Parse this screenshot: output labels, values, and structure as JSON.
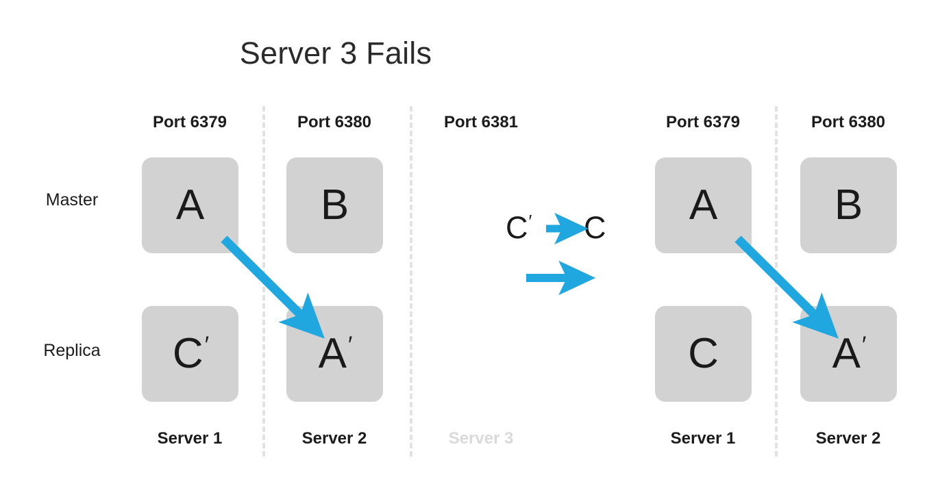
{
  "diagram": {
    "title": "Server 3 Fails",
    "accent_color": "#21a7e0",
    "box_color": "#d2d2d2",
    "divider_color": "#e2e2e2",
    "faded_text_color": "#dadada",
    "text_color": "#1c1c1c",
    "row_labels": {
      "master": "Master",
      "replica": "Replica"
    },
    "panels": [
      {
        "name": "before",
        "columns": [
          {
            "port": "Port 6379",
            "server": "Server 1",
            "failed": false,
            "master": {
              "label": "A",
              "base": "A",
              "prime": false
            },
            "replica": {
              "label": "C′",
              "base": "C",
              "prime": true
            }
          },
          {
            "port": "Port 6380",
            "server": "Server 2",
            "failed": false,
            "master": {
              "label": "B",
              "base": "B",
              "prime": false
            },
            "replica": {
              "label": "A′",
              "base": "A",
              "prime": true
            }
          },
          {
            "port": "Port 6381",
            "server": "Server 3",
            "failed": true,
            "master": null,
            "replica": null
          }
        ]
      },
      {
        "name": "after",
        "columns": [
          {
            "port": "Port 6379",
            "server": "Server 1",
            "failed": false,
            "master": {
              "label": "A",
              "base": "A",
              "prime": false
            },
            "replica": {
              "label": "C",
              "base": "C",
              "prime": false
            }
          },
          {
            "port": "Port 6380",
            "server": "Server 2",
            "failed": false,
            "master": {
              "label": "B",
              "base": "B",
              "prime": false
            },
            "replica": {
              "label": "A′",
              "base": "A",
              "prime": true
            }
          }
        ]
      }
    ],
    "legend": {
      "from_base": "C",
      "from_prime": "′",
      "to_base": "C",
      "arrow": "right-arrow",
      "transition_arrow": "right-arrow"
    },
    "replication_arrows": [
      {
        "from": "before-server1-master-A",
        "to": "before-server2-replica-A-prime"
      },
      {
        "from": "after-server1-master-A",
        "to": "after-server2-replica-A-prime"
      }
    ]
  }
}
